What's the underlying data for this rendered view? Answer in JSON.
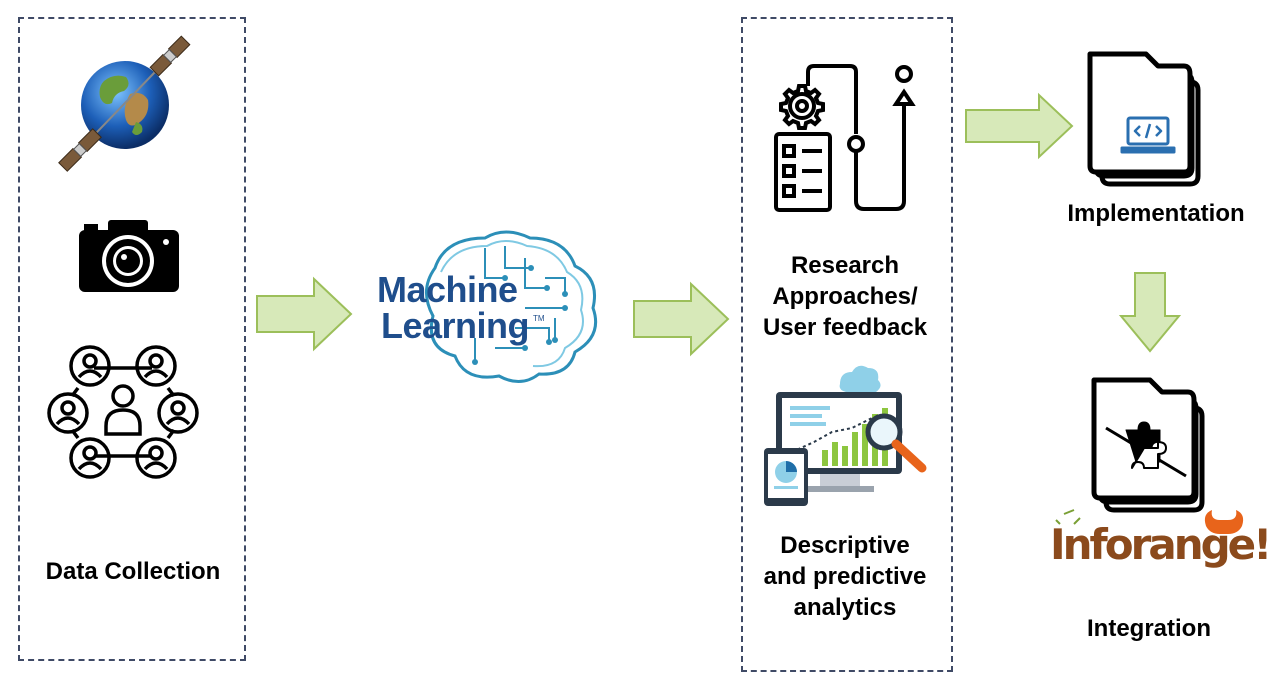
{
  "stages": {
    "data_collection": {
      "label": "Data Collection"
    },
    "machine_learning": {
      "logo_line1": "Machine",
      "logo_line2": "Learning",
      "logo_mark": "TM"
    },
    "research": {
      "label": "Research\nApproaches/\nUser feedback"
    },
    "analytics": {
      "label": "Descriptive\nand predictive\nanalytics"
    },
    "implementation": {
      "label": "Implementation"
    },
    "integration": {
      "label": "Integration",
      "brand_logo": "Inforange!"
    }
  },
  "icons": [
    "satellite-earth-icon",
    "camera-icon",
    "people-network-icon",
    "brain-circuit-icon",
    "gear-checklist-flow-icon",
    "analytics-dashboard-icon",
    "code-folder-icon",
    "puzzle-folder-icon"
  ],
  "colors": {
    "arrow_fill": "#d7e9b9",
    "arrow_stroke": "#9cbf5a",
    "box_border": "#3f4a66",
    "ml_blue": "#1f4e8c",
    "brand_orange": "#e8641b",
    "brand_green": "#7aa035",
    "brand_brown": "#8b4a1c"
  }
}
